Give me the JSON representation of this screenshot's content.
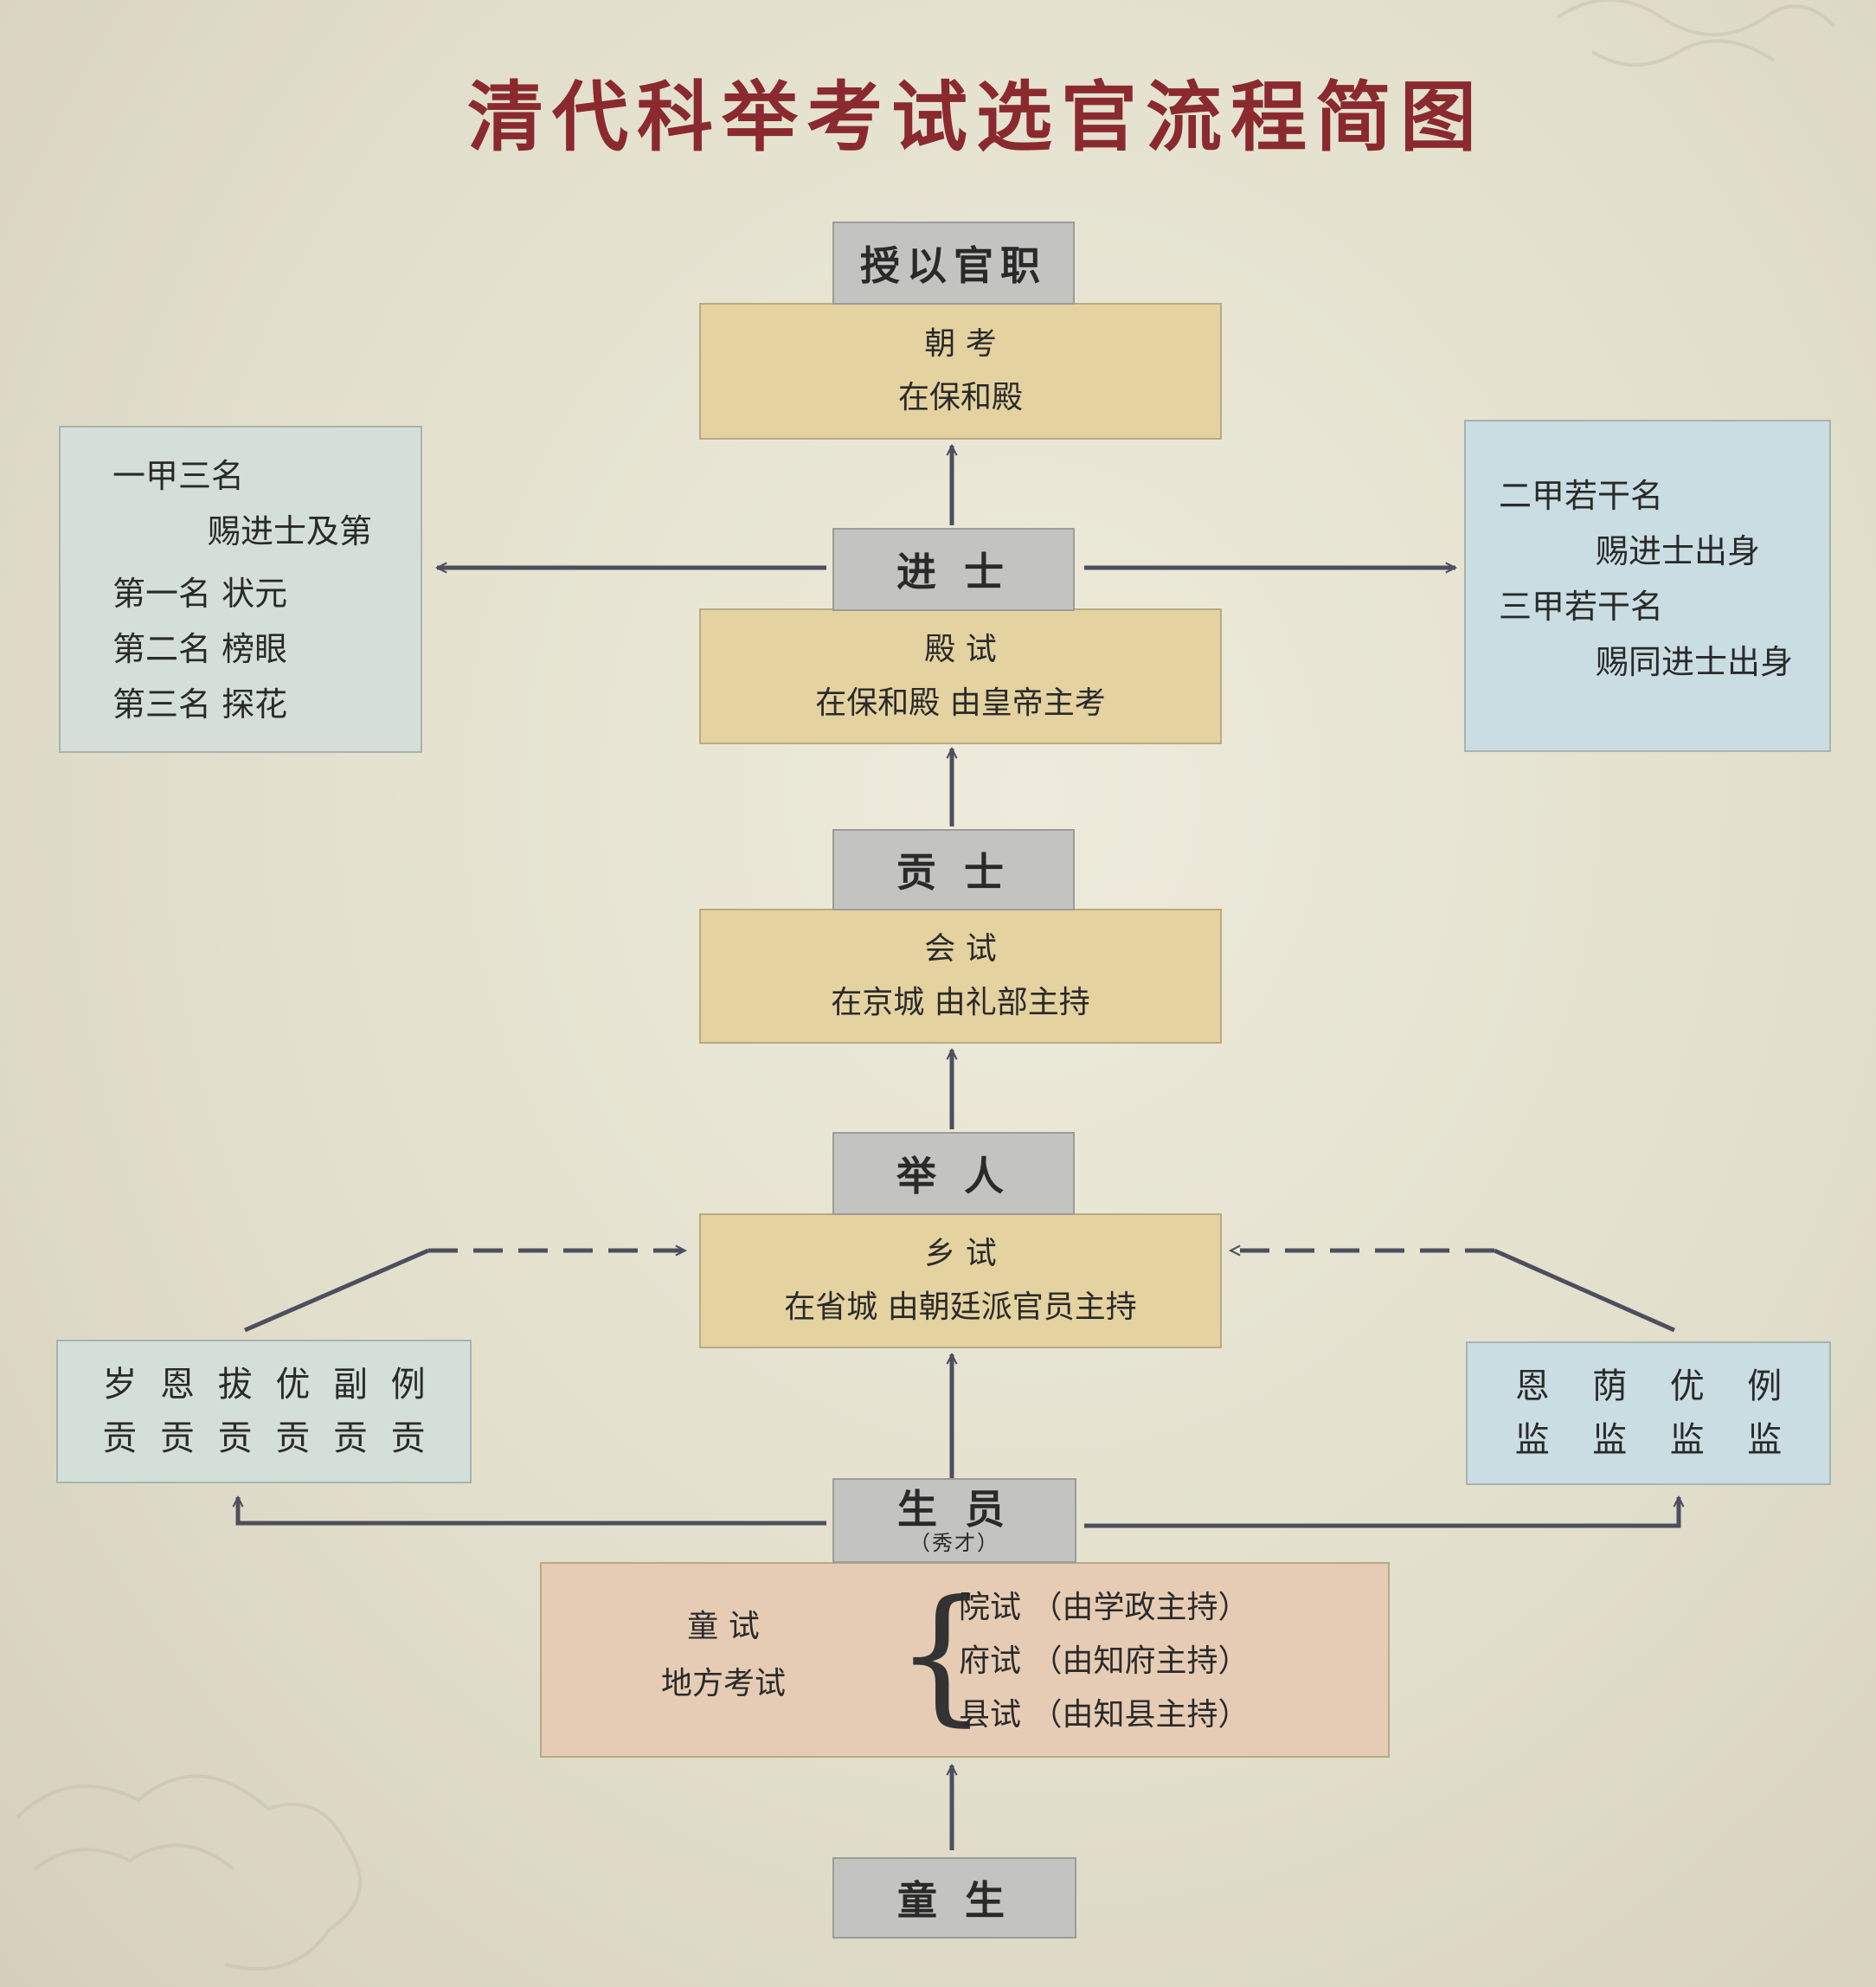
{
  "title": "清代科举考试选官流程简图",
  "colors": {
    "title": "#8a2a2e",
    "rank_box": "#c3c3c1",
    "exam_box": "#e4d2a0",
    "tongshi_box": "#e6ccb4",
    "left_box": "#d3dfd8",
    "right_box": "#c9dde2",
    "arrow": "#4d4f5e"
  },
  "ranks": {
    "shouyi": "授以官职",
    "jinshi": "进  士",
    "gongshi": "贡  士",
    "juren": "举  人",
    "shengyuan": "生  员",
    "shengyuan_note": "（秀才）",
    "tongsheng": "童  生"
  },
  "exams": {
    "chaokao": {
      "name": "朝  考",
      "desc": "在保和殿"
    },
    "dianshi": {
      "name": "殿  试",
      "desc": "在保和殿   由皇帝主考"
    },
    "huishi": {
      "name": "会  试",
      "desc": "在京城   由礼部主持"
    },
    "xiangshi": {
      "name": "乡  试",
      "desc": "在省城   由朝廷派官员主持"
    },
    "tongshi": {
      "name": "童  试",
      "desc": "地方考试",
      "brace": "{",
      "items": [
        "院试  （由学政主持）",
        "府试  （由知府主持）",
        "县试  （由知县主持）"
      ]
    }
  },
  "yijia": {
    "heading": "一甲三名",
    "sub": "赐进士及第",
    "rows": [
      "第一名    状元",
      "第二名    榜眼",
      "第三名    探花"
    ]
  },
  "erjia": {
    "line1": "二甲若干名",
    "line2": "赐进士出身",
    "line3": "三甲若干名",
    "line4": "赐同进士出身"
  },
  "gong": {
    "top": [
      "岁",
      "恩",
      "拔",
      "优",
      "副",
      "例"
    ],
    "bottom": [
      "贡",
      "贡",
      "贡",
      "贡",
      "贡",
      "贡"
    ]
  },
  "jian": {
    "top": [
      "恩",
      "荫",
      "优",
      "例"
    ],
    "bottom": [
      "监",
      "监",
      "监",
      "监"
    ]
  }
}
